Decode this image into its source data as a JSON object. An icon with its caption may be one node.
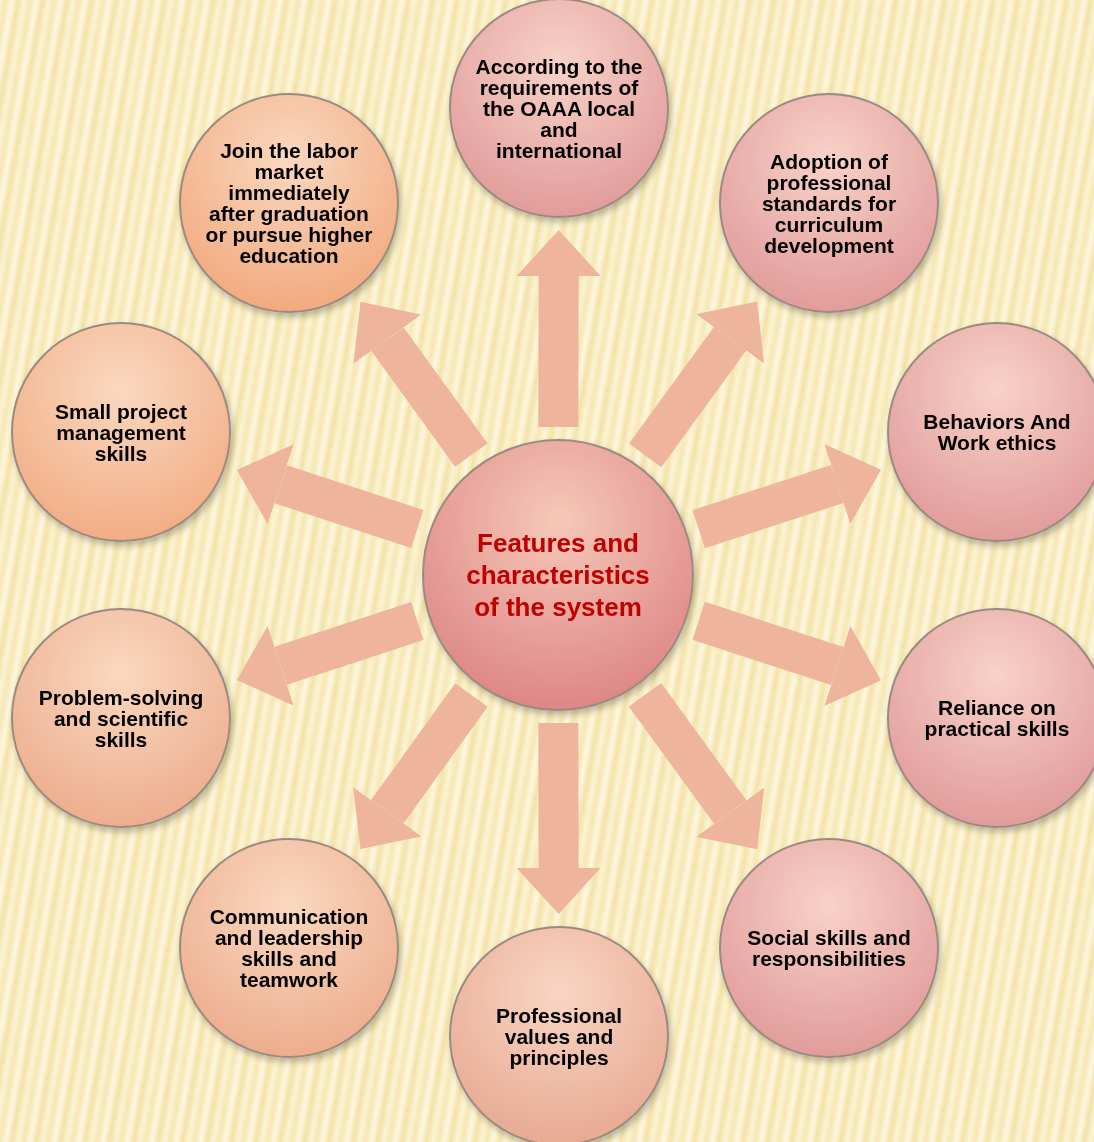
{
  "diagram": {
    "nodes": [
      {
        "text": [
          "Features and characteristics of the system"
        ]
      },
      {
        "text": [
          "According to the requirements of the OAAA local and international"
        ]
      },
      {
        "text": [
          "Adoption of professional standards for curriculum development"
        ]
      },
      {
        "text": [
          "Behaviors And Work ethics"
        ]
      },
      {
        "text": [
          "Reliance on practical skills"
        ]
      },
      {
        "text": [
          "Social skills and responsibilities"
        ]
      },
      {
        "text": [
          "Professional values and principles"
        ]
      },
      {
        "text": [
          "Communication and leadership skills and teamwork"
        ]
      },
      {
        "text": [
          "Problem-solving and scientific skills"
        ]
      },
      {
        "text": [
          "Small project management skills"
        ]
      },
      {
        "text": [
          "Join the labor market immediately after graduation or pursue higher education"
        ]
      }
    ],
    "edges": [
      {
        "from": 0,
        "to": 1,
        "arrow": "to"
      },
      {
        "from": 0,
        "to": 2,
        "arrow": "to"
      },
      {
        "from": 0,
        "to": 3,
        "arrow": "to"
      },
      {
        "from": 0,
        "to": 4,
        "arrow": "to"
      },
      {
        "from": 0,
        "to": 5,
        "arrow": "to"
      },
      {
        "from": 0,
        "to": 6,
        "arrow": "to"
      },
      {
        "from": 0,
        "to": 7,
        "arrow": "to"
      },
      {
        "from": 0,
        "to": 8,
        "arrow": "to"
      },
      {
        "from": 0,
        "to": 9,
        "arrow": "to"
      },
      {
        "from": 0,
        "to": 10,
        "arrow": "to"
      }
    ]
  }
}
